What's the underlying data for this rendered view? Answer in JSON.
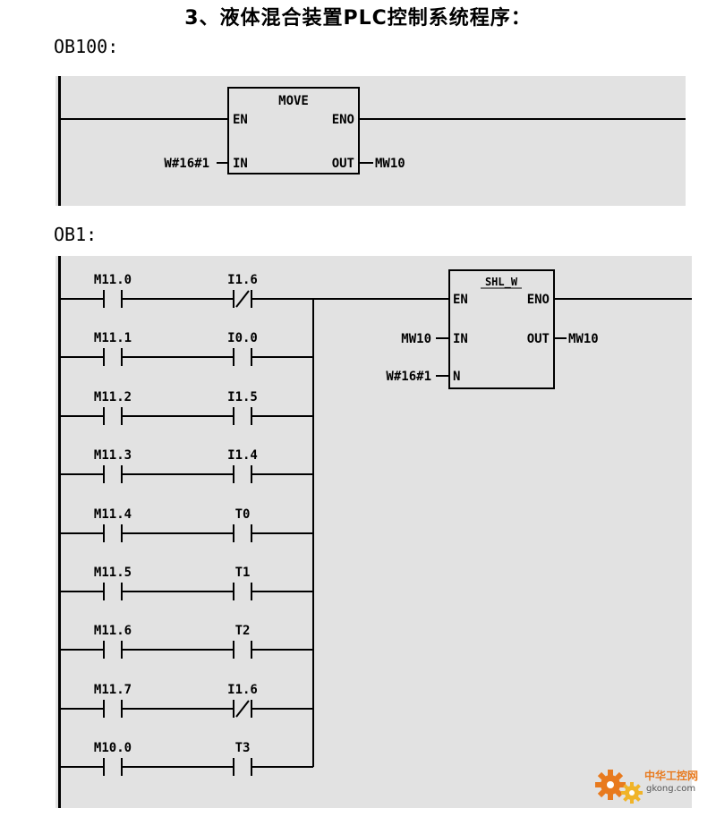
{
  "page": {
    "title": "3、液体混合装置PLC控制系统程序：",
    "ob100_label": "OB100:",
    "ob1_label": "OB1:"
  },
  "ob100": {
    "block_name": "MOVE",
    "en": "EN",
    "eno": "ENO",
    "in": "IN",
    "out": "OUT",
    "in_operand": "W#16#1",
    "out_operand": "MW10"
  },
  "ob1": {
    "block_name": "SHL_W",
    "en": "EN",
    "eno": "ENO",
    "in": "IN",
    "out": "OUT",
    "n": "N",
    "in_operand": "MW10",
    "out_operand": "MW10",
    "n_operand": "W#16#1",
    "rungs": [
      {
        "left": "M11.0",
        "right": "I1.6",
        "right_type": "NC"
      },
      {
        "left": "M11.1",
        "right": "I0.0",
        "right_type": "NO"
      },
      {
        "left": "M11.2",
        "right": "I1.5",
        "right_type": "NO"
      },
      {
        "left": "M11.3",
        "right": "I1.4",
        "right_type": "NO"
      },
      {
        "left": "M11.4",
        "right": "T0",
        "right_type": "NO"
      },
      {
        "left": "M11.5",
        "right": "T1",
        "right_type": "NO"
      },
      {
        "left": "M11.6",
        "right": "T2",
        "right_type": "NO"
      },
      {
        "left": "M11.7",
        "right": "I1.6",
        "right_type": "NC"
      },
      {
        "left": "M10.0",
        "right": "T3",
        "right_type": "NO"
      }
    ]
  },
  "watermark": {
    "text": "中华工控网",
    "sub": "gkong.com"
  },
  "colors": {
    "panel": "#e2e2e2",
    "watermark": "#e87a1e"
  }
}
